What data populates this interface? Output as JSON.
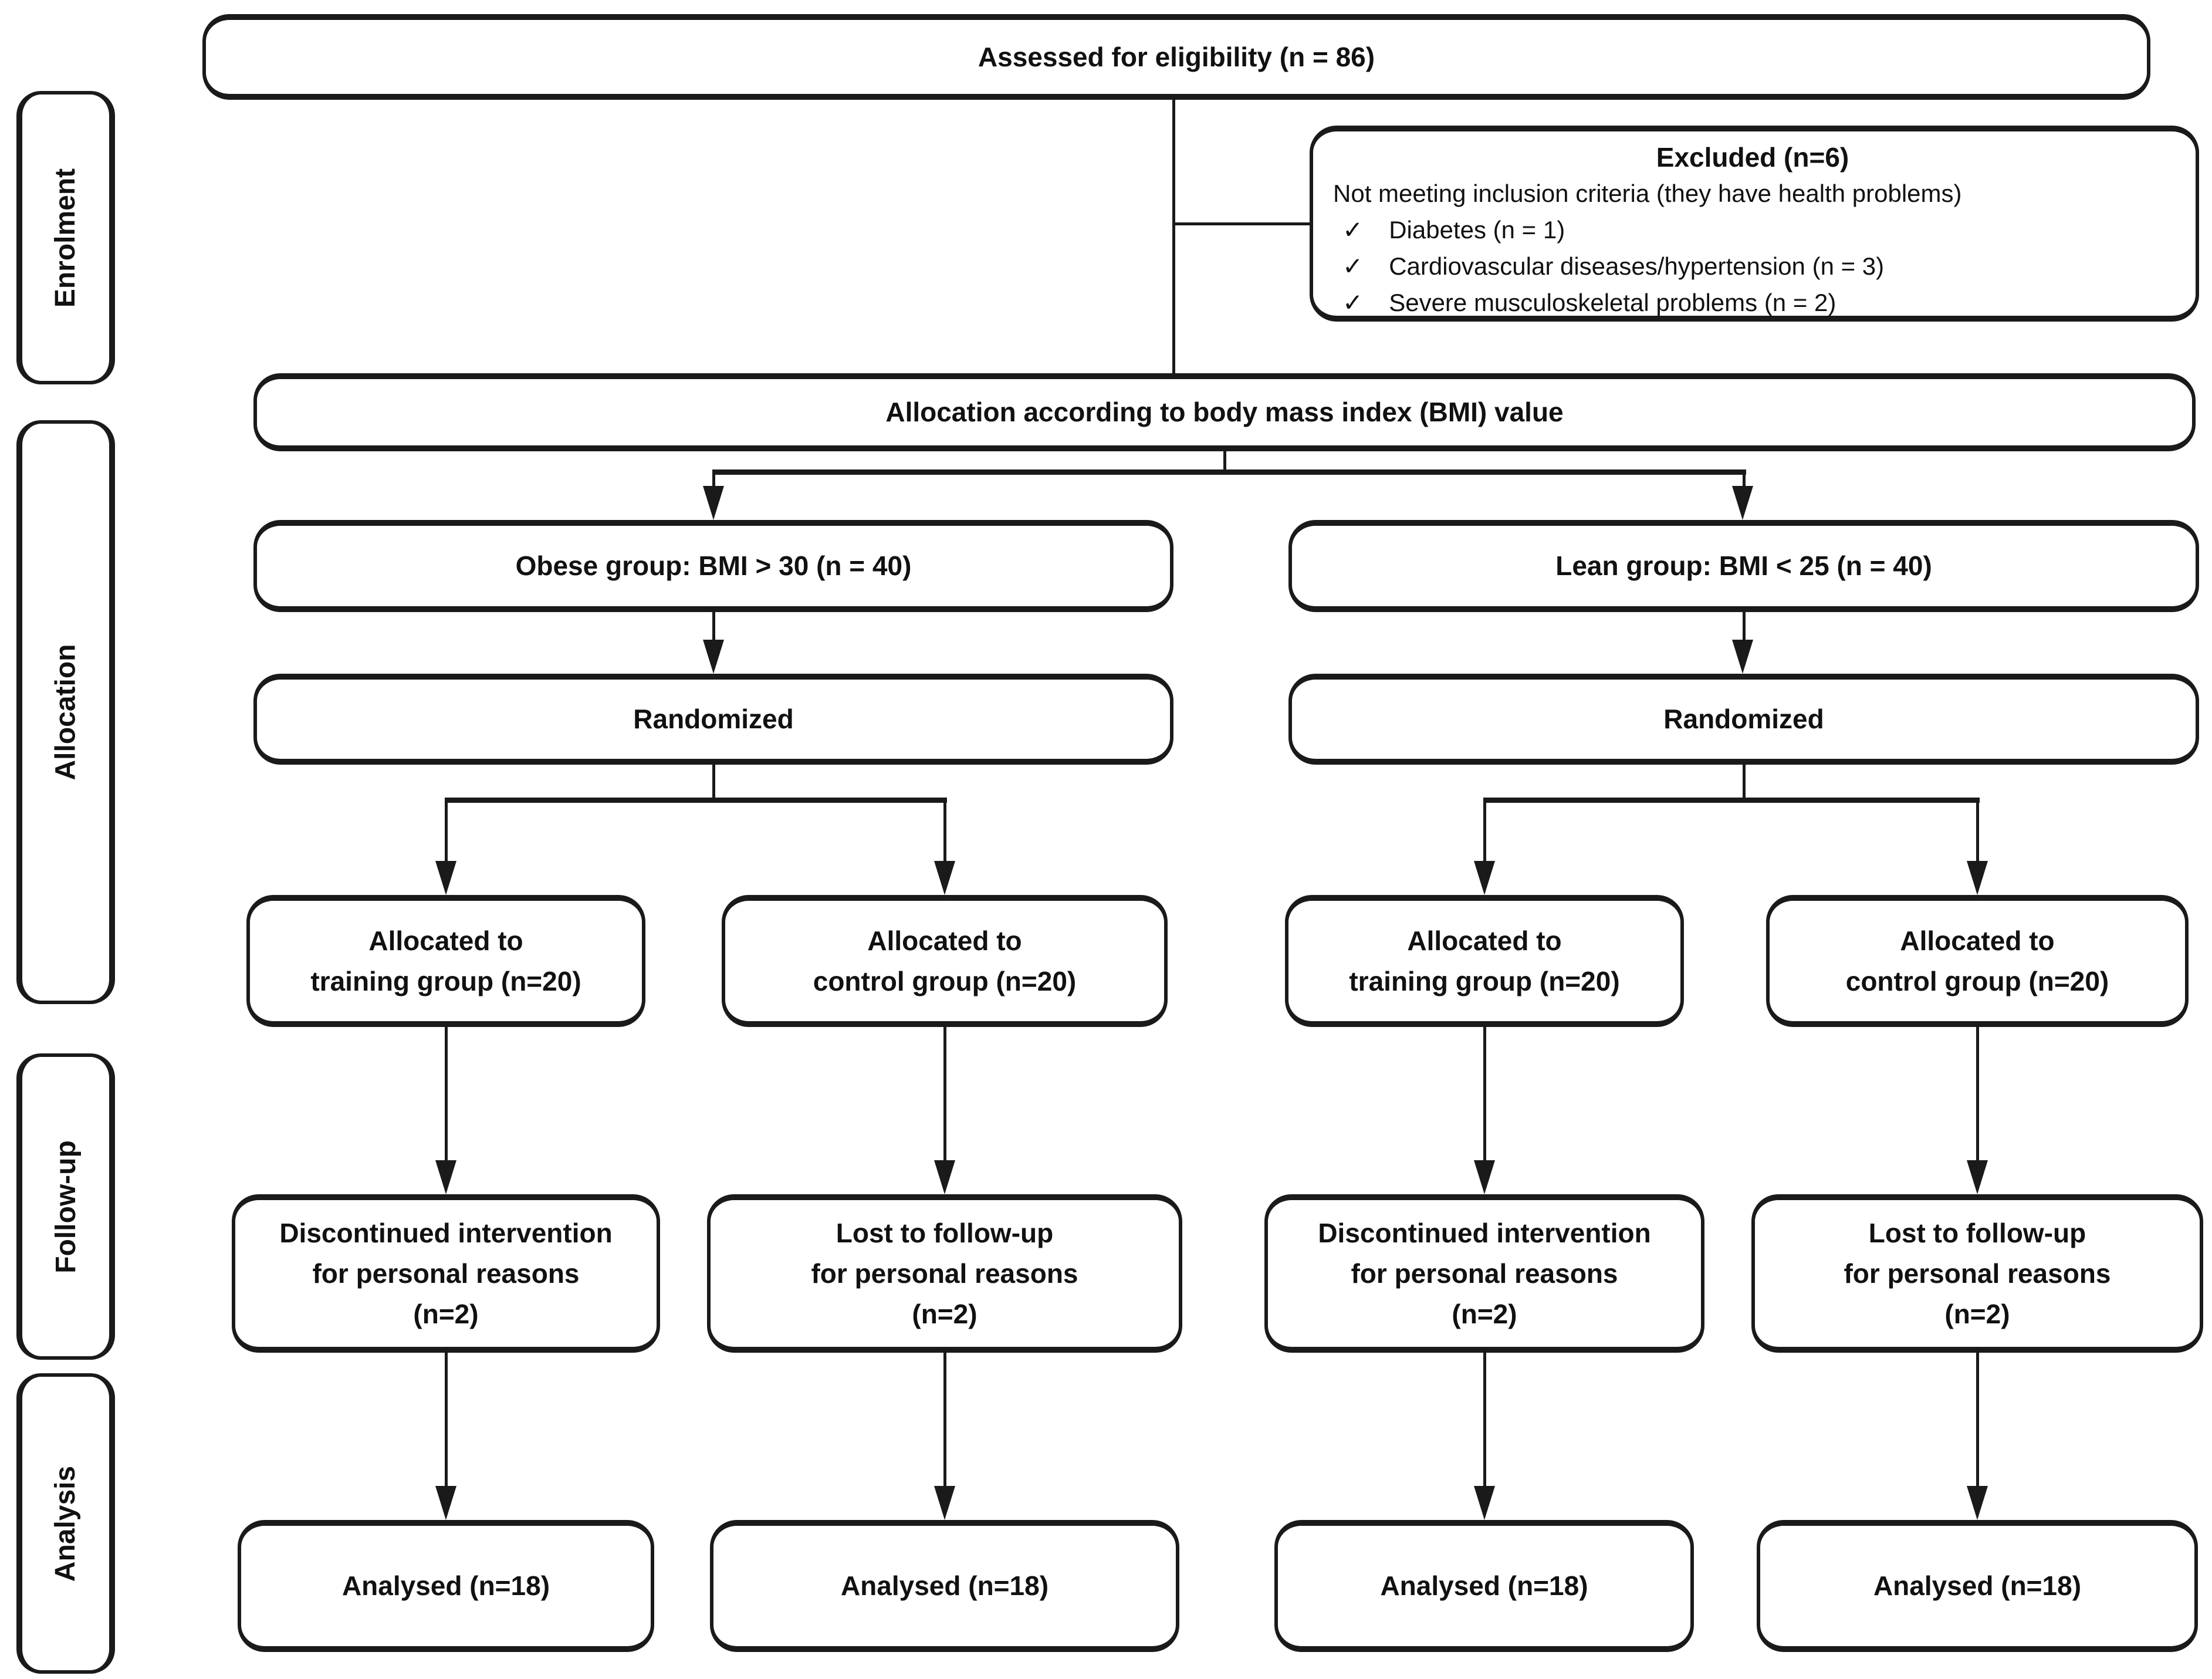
{
  "page": {
    "background": "#ffffff",
    "line_color": "#1a1a1a",
    "description": "CONSORT participant flow diagram"
  },
  "stages": {
    "enrolment": "Enrolment",
    "allocation": "Allocation",
    "followup": "Follow-up",
    "analysis": "Analysis"
  },
  "boxes": {
    "assessed": "Assessed for eligibility (n = 86)",
    "excluded": {
      "title": "Excluded (n=6)",
      "subtitle": "Not meeting inclusion criteria (they have health problems)",
      "items": [
        {
          "icon": "✓",
          "text": "Diabetes (n = 1)"
        },
        {
          "icon": "✓",
          "text": "Cardiovascular diseases/hypertension (n = 3)"
        },
        {
          "icon": "✓",
          "text": "Severe musculoskeletal problems (n = 2)"
        }
      ]
    },
    "allocation_bmi": "Allocation according to body mass index (BMI) value",
    "obese_group": "Obese group: BMI > 30 (n = 40)",
    "lean_group": "Lean group: BMI < 25 (n = 40)",
    "randomized_obese": "Randomized",
    "randomized_lean": "Randomized",
    "alloc_training_obese": "Allocated to\ntraining group (n=20)",
    "alloc_control_obese": "Allocated to\ncontrol group (n=20)",
    "alloc_training_lean": "Allocated to\ntraining group (n=20)",
    "alloc_control_lean": "Allocated to\ncontrol group (n=20)",
    "discontinued_obese": "Discontinued intervention\nfor personal reasons\n(n=2)",
    "lost_obese": "Lost to follow-up\nfor personal reasons\n(n=2)",
    "discontinued_lean": "Discontinued intervention\nfor personal reasons\n(n=2)",
    "lost_lean": "Lost to follow-up\nfor personal reasons\n(n=2)",
    "analysed_obese_training": "Analysed (n=18)",
    "analysed_obese_control": "Analysed (n=18)",
    "analysed_lean_training": "Analysed (n=18)",
    "analysed_lean_control": "Analysed (n=18)"
  }
}
